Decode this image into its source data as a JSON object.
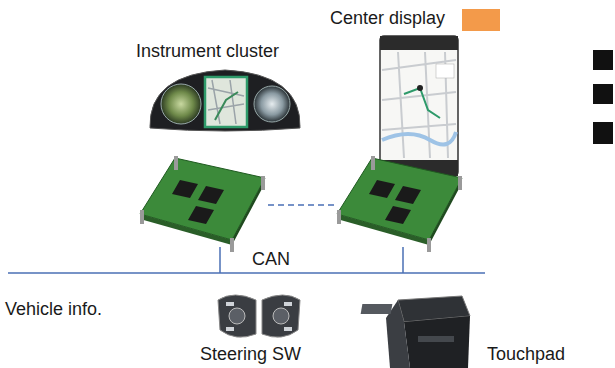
{
  "diagram": {
    "labels": [
      "Center display",
      "Instrument cluster",
      "CAN",
      "Vehicle info.",
      "Steering SW",
      "Touchpad"
    ]
  }
}
